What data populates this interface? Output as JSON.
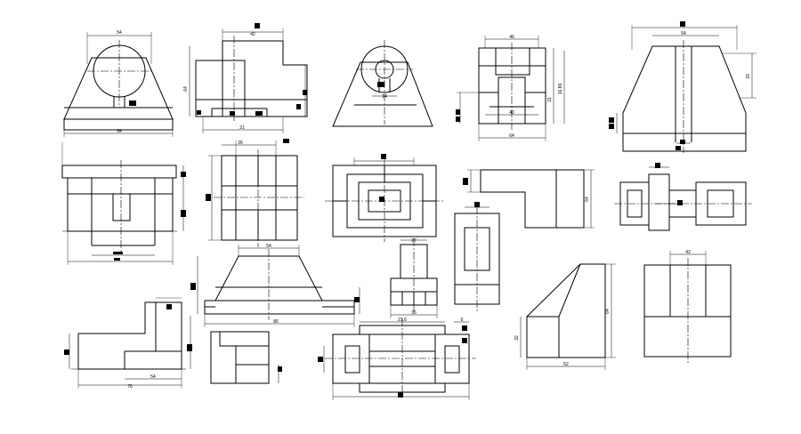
{
  "colors": {
    "line": "#000000",
    "background": "#ffffff"
  },
  "labels": {
    "v1_top": "54",
    "v1_bottom": "94",
    "v2_top": "42",
    "v2_bottom": "21",
    "v2_left": "64",
    "v3_hole": "14",
    "v4_top": "46",
    "v4_bottom": "64",
    "v4_mid": "40",
    "v4_right": "21",
    "v4_right2": "16.86",
    "v5_top": "54",
    "v5_right": "33",
    "v7_top": "26",
    "v11_top": "54",
    "v11_bottom": "86",
    "v12_top": "27",
    "v12_bottom": "36",
    "v15_bottom": "54",
    "v15_bottom2": "76",
    "v17_top": "21.6",
    "v17_topright": "6",
    "v18_bottom": "52",
    "v18_left": "32",
    "v19_top": "42"
  }
}
